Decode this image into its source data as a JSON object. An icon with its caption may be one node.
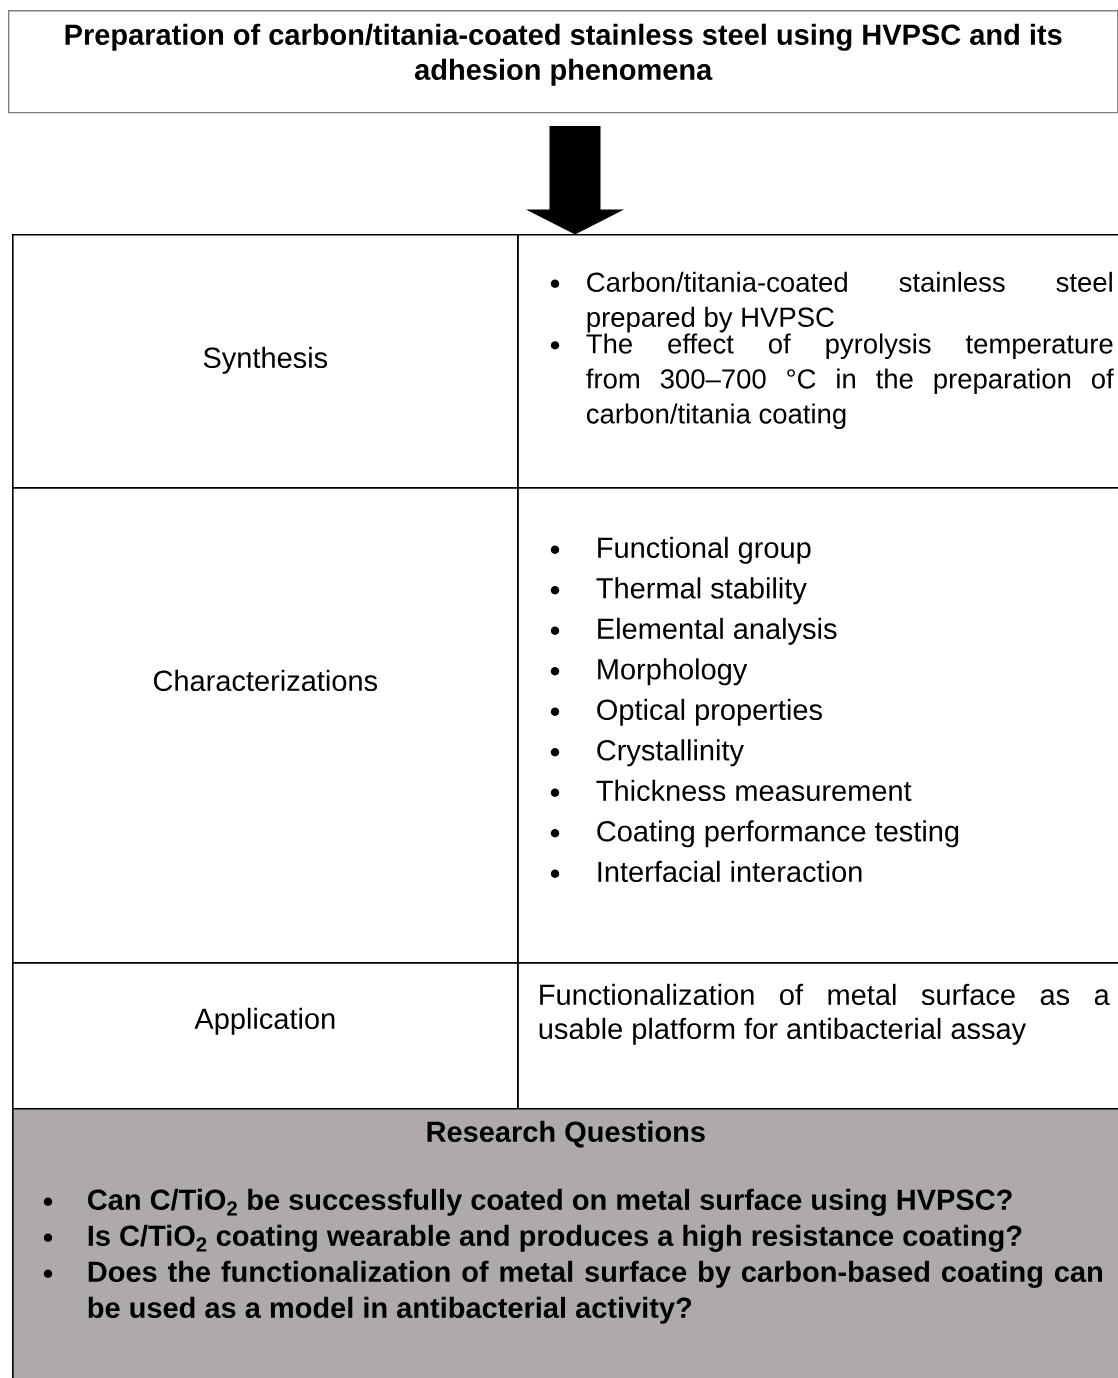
{
  "diagram": {
    "nodes": [
      {
        "text": [
          "Preparation of carbon/titania-coated stainless steel using HVPSC and its adhesion phenomena"
        ]
      },
      {
        "text": [
          "Synthesis"
        ]
      },
      {
        "text": [
          "Carbon/titania-coated stainless steel prepared by HVPSC",
          "The effect of pyrolysis temperature from 300–700 °C in the preparation of carbon/titania coating"
        ]
      },
      {
        "text": [
          "Characterizations"
        ]
      },
      {
        "text": [
          "Functional group",
          "Thermal stability",
          "Elemental analysis",
          "Morphology",
          "Optical properties",
          "Crystallinity",
          "Thickness measurement",
          "Coating performance testing",
          "Interfacial interaction"
        ]
      },
      {
        "text": [
          "Application"
        ]
      },
      {
        "text": [
          "Functionalization of metal surface as a usable platform for antibacterial assay"
        ]
      },
      {
        "text": [
          "Research Questions",
          "Can C/TiO$_{2}$ be successfully coated on metal surface using HVPSC?",
          "Is C/TiO$_{2}$ coating wearable and produces a high resistance coating?",
          "Does the functionalization of metal surface by carbon-based coating can be used as a model in antibacterial activity?"
        ]
      }
    ],
    "edges": [
      {
        "from": 0,
        "to": 2,
        "arrow": "to",
        "style": "thick"
      }
    ]
  }
}
